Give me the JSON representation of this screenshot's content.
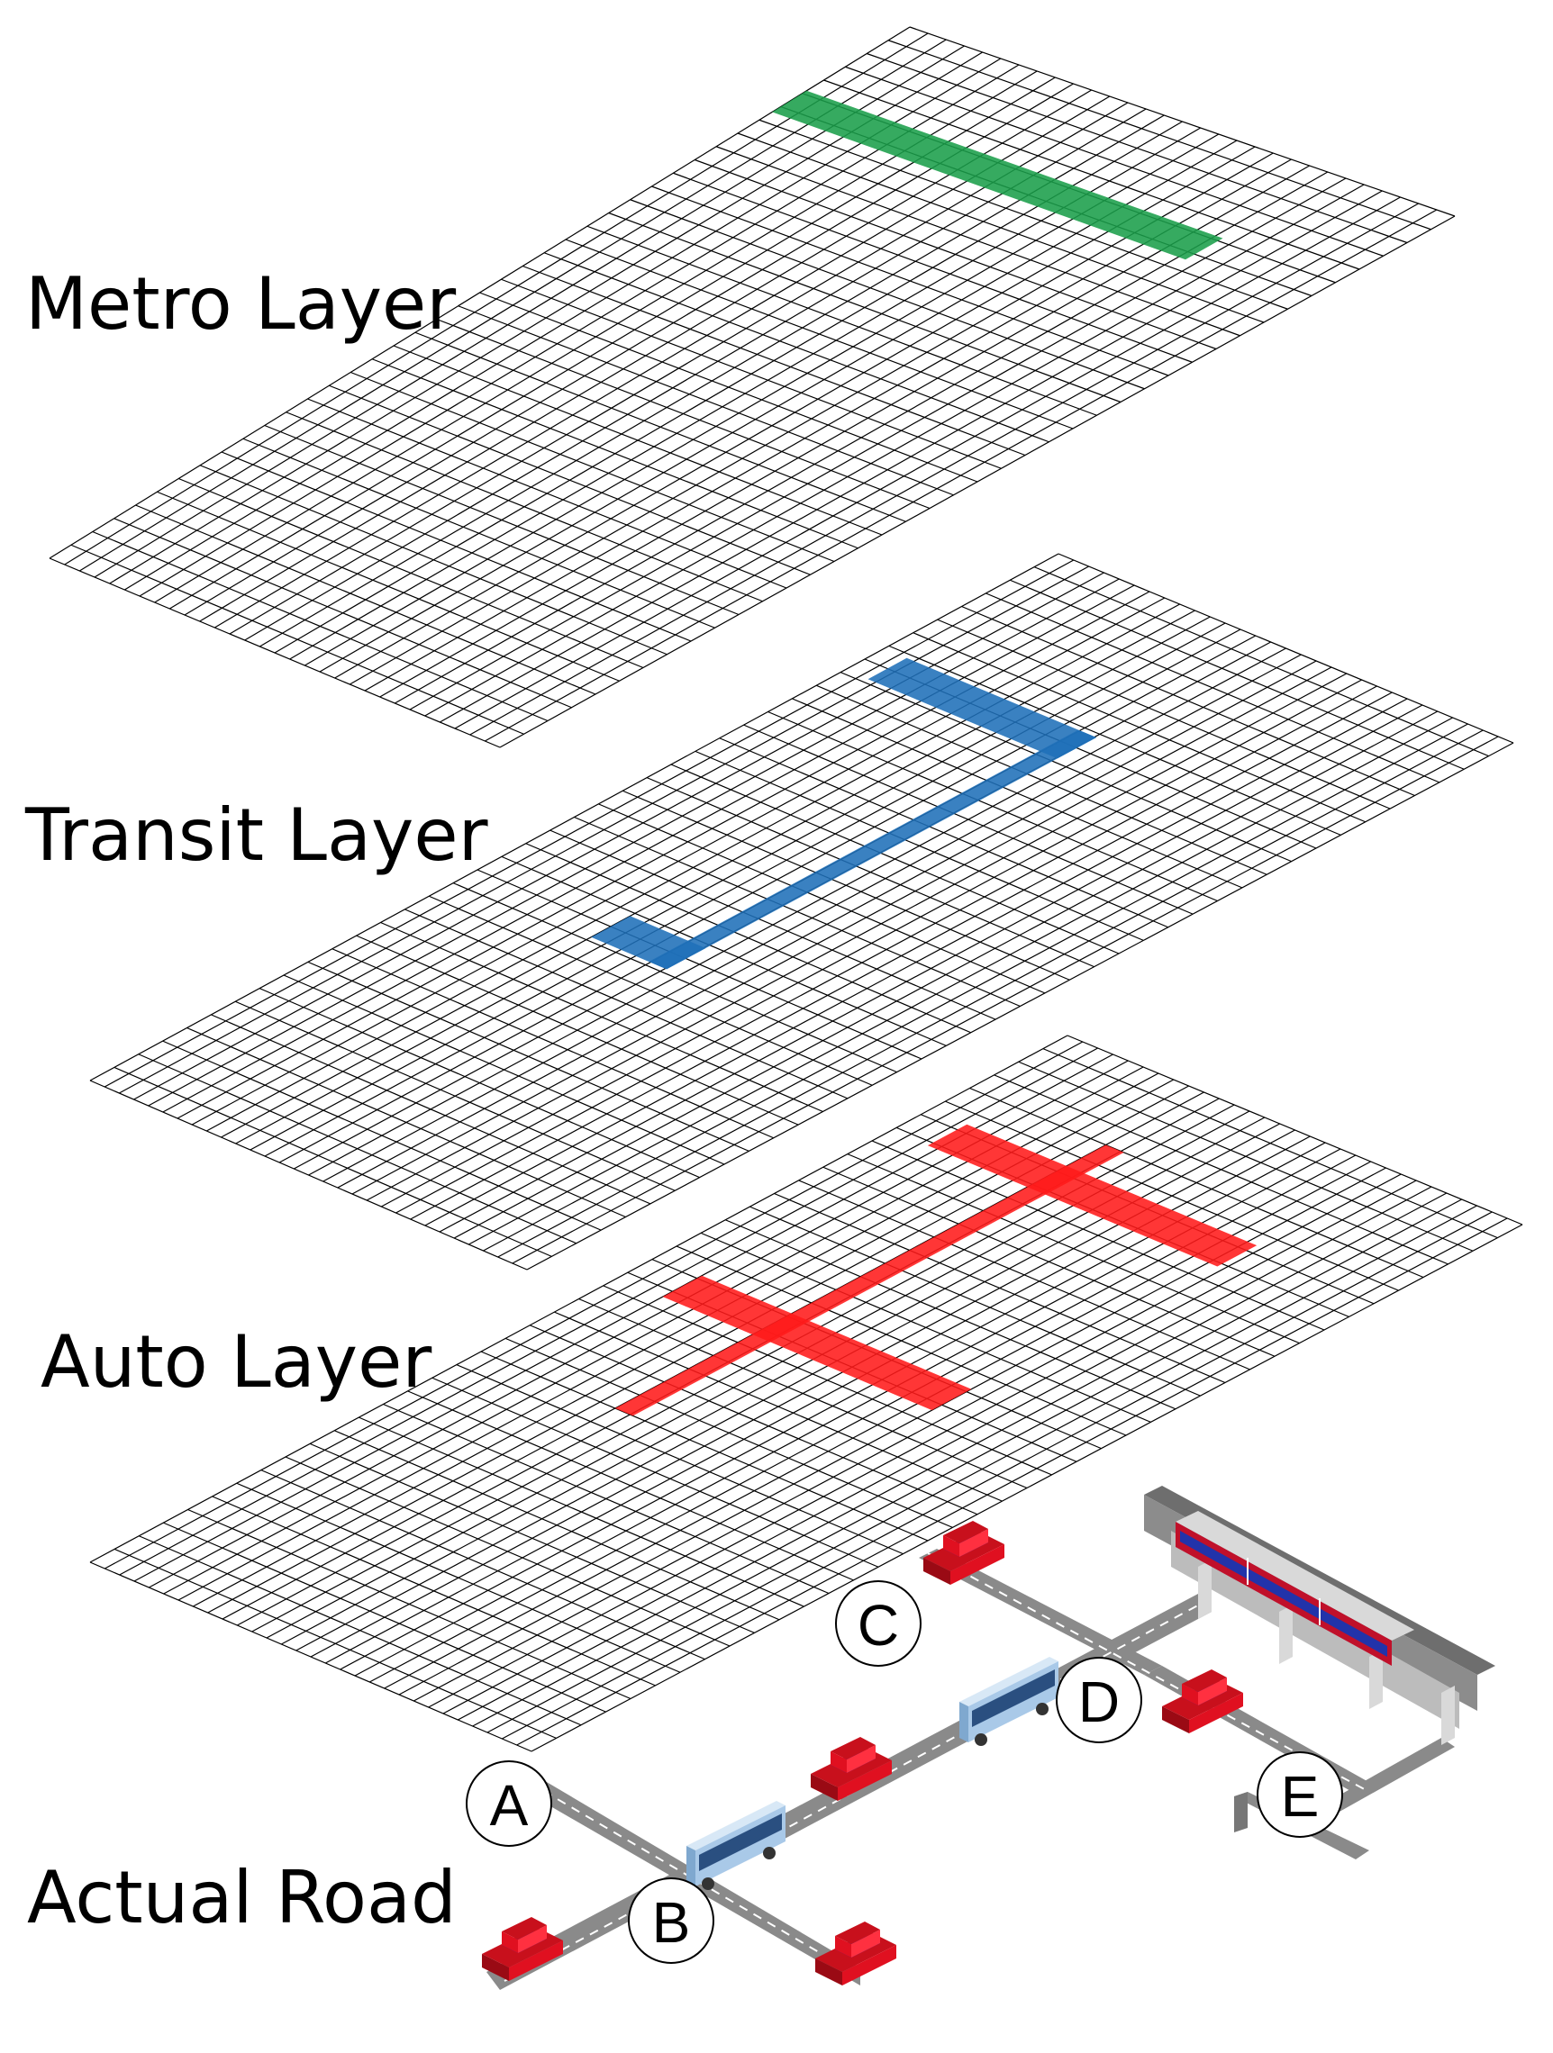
{
  "layers": [
    {
      "id": "metro",
      "label": "Metro Layer"
    },
    {
      "id": "transit",
      "label": "Transit Layer"
    },
    {
      "id": "auto",
      "label": "Auto Layer"
    },
    {
      "id": "road",
      "label": "Actual Road"
    }
  ],
  "nodes": [
    "A",
    "B",
    "C",
    "D",
    "E"
  ],
  "colors": {
    "metro_line": "#1a9e4a",
    "transit_line": "#1f6fb8",
    "auto_line": "#ff1a1a",
    "road": "#8a8a8a",
    "grid": "#000000",
    "car": "#e01020",
    "bus": "#9ec3e6",
    "train": "#c0102a"
  },
  "icons": [
    "car-icon",
    "bus-icon",
    "train-icon",
    "elevated-rail-icon"
  ]
}
